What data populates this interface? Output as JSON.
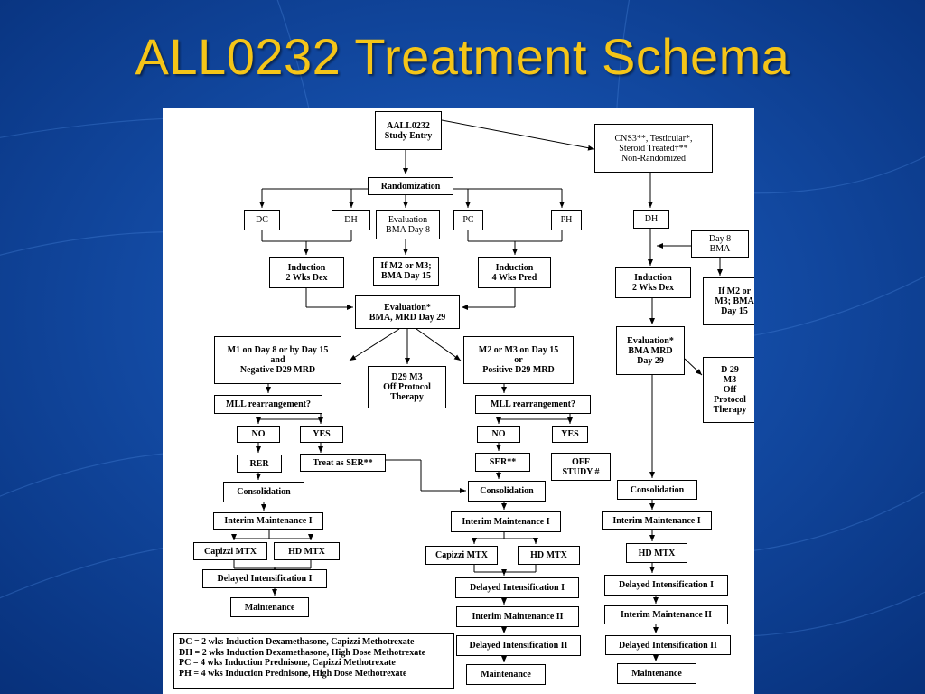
{
  "slide": {
    "title": "ALL0232 Treatment Schema"
  },
  "colors": {
    "background": "#0b3a8c",
    "title": "#f5c518",
    "panel": "#ffffff",
    "line": "#000000"
  },
  "flowchart": {
    "study_entry": "AALL0232\nStudy Entry",
    "non_randomized": "CNS3**, Testicular*,\nSteroid Treated†**\nNon-Randomized",
    "randomization": "Randomization",
    "dc": "DC",
    "dh_left": "DH",
    "evaluation_day8": "Evaluation\nBMA Day 8",
    "pc": "PC",
    "ph": "PH",
    "dh_right": "DH",
    "day8_bma": "Day 8\nBMA",
    "induction_dex": "Induction\n2 Wks Dex",
    "if_m2_m3_day15": "If M2 or M3;\nBMA Day 15",
    "induction_pred": "Induction\n4 Wks Pred",
    "induction_dex_right": "Induction\n2 Wks Dex",
    "if_m2_m3_right": "If M2 or\nM3; BMA\nDay 15",
    "evaluation_day29": "Evaluation*\nBMA, MRD Day 29",
    "m1_branch": "M1 on Day 8 or by Day 15\nand\nNegative D29 MRD",
    "d29_m3_off": "D29 M3\nOff Protocol\nTherapy",
    "m2_m3_branch": "M2 or M3 on Day 15\nor\nPositive D29 MRD",
    "evaluation_right": "Evaluation*\nBMA MRD\nDay 29",
    "d29_m3_off_right": "D 29\nM3\nOff\nProtocol\nTherapy",
    "mll_left": "MLL rearrangement?",
    "mll_right": "MLL rearrangement?",
    "no_left": "NO",
    "yes_left": "YES",
    "no_right": "NO",
    "yes_right": "YES",
    "rer": "RER",
    "treat_as_ser": "Treat as SER**",
    "ser": "SER**",
    "off_study": "OFF\nSTUDY #",
    "consolidation_left": "Consolidation",
    "consolidation_mid": "Consolidation",
    "consolidation_right": "Consolidation",
    "interim_left": "Interim Maintenance I",
    "interim_mid": "Interim Maintenance I",
    "interim_right": "Interim Maintenance I",
    "capizzi_left": "Capizzi MTX",
    "hd_mtx_left": "HD MTX",
    "capizzi_mid": "Capizzi MTX",
    "hd_mtx_mid": "HD MTX",
    "hd_mtx_right": "HD MTX",
    "delayed_left": "Delayed Intensification I",
    "delayed_mid": "Delayed Intensification I",
    "delayed_right": "Delayed Intensification I",
    "maintenance_left": "Maintenance",
    "interim2_mid": "Interim Maintenance II",
    "interim2_right": "Interim Maintenance II",
    "delayed2_mid": "Delayed Intensification II",
    "delayed2_right": "Delayed Intensification II",
    "maintenance_mid": "Maintenance",
    "maintenance_right": "Maintenance"
  },
  "legend": [
    "DC = 2 wks Induction Dexamethasone, Capizzi Methotrexate",
    "DH = 2 wks Induction Dexamethasone, High Dose Methotrexate",
    "PC = 4 wks Induction Prednisone, Capizzi Methotrexate",
    "PH = 4 wks Induction Prednisone, High Dose Methotrexate"
  ]
}
